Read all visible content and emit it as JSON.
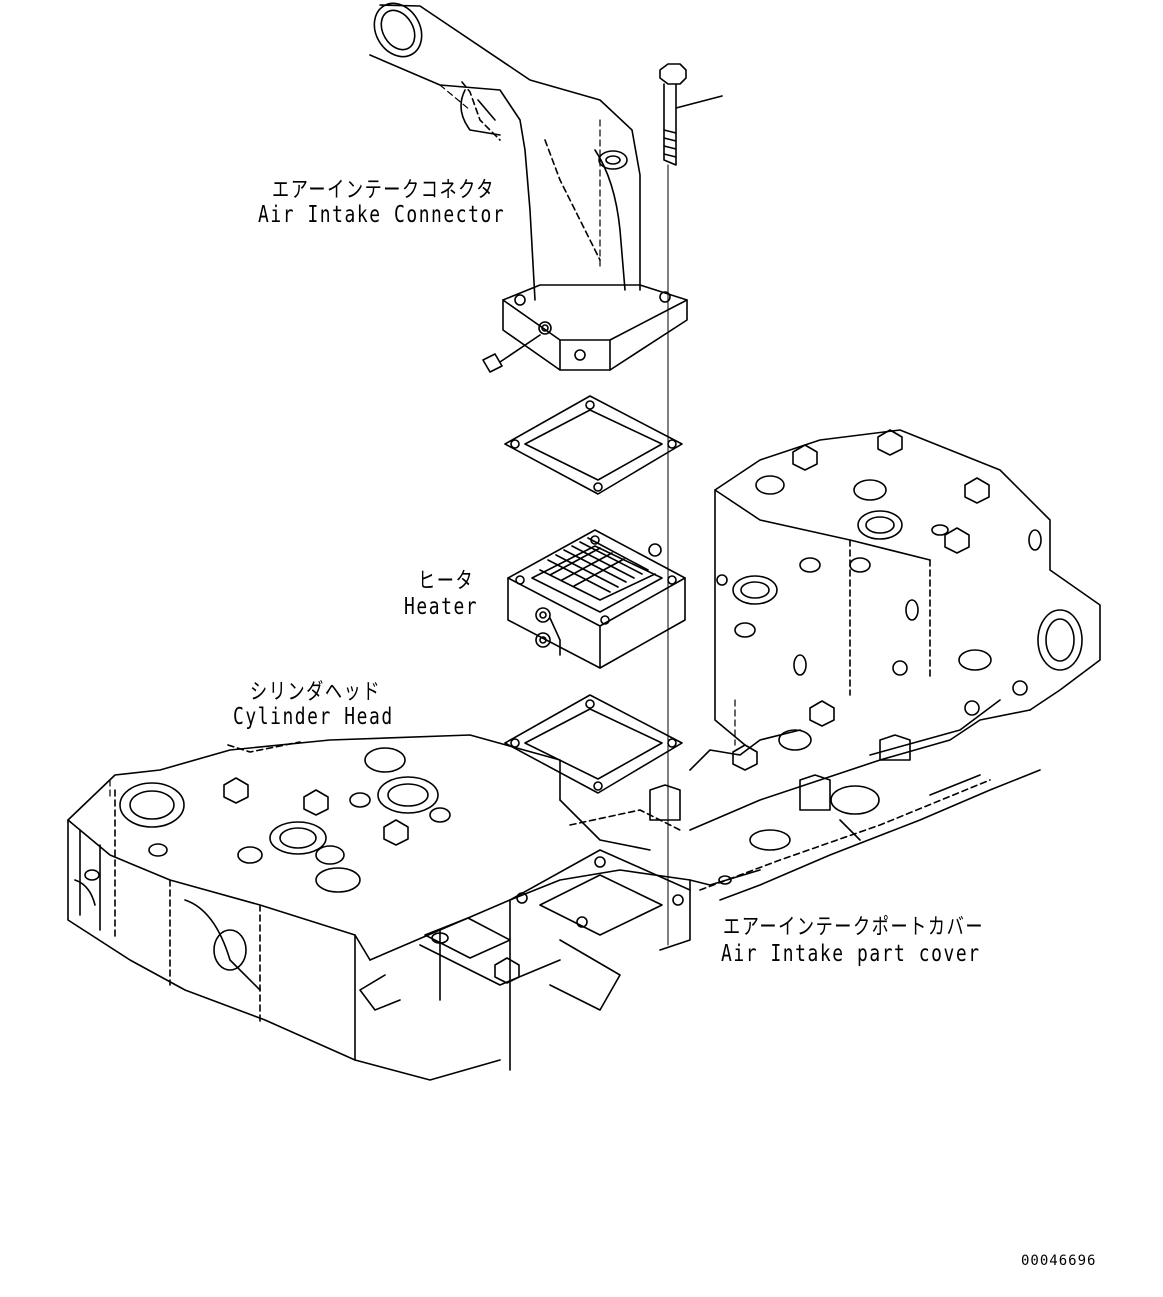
{
  "labels": {
    "air_intake_connector": {
      "jp": "エアーインテークコネクタ",
      "en": "Air Intake Connector"
    },
    "heater": {
      "jp": "ヒータ",
      "en": "Heater"
    },
    "cylinder_head": {
      "jp": "シリンダヘッド",
      "en": "Cylinder Head"
    },
    "air_intake_port_cover": {
      "jp": "エアーインテークポートカバー",
      "en": "Air Intake part cover"
    }
  },
  "drawing_number": "00046696",
  "colors": {
    "line": "#000000",
    "background": "#ffffff"
  }
}
